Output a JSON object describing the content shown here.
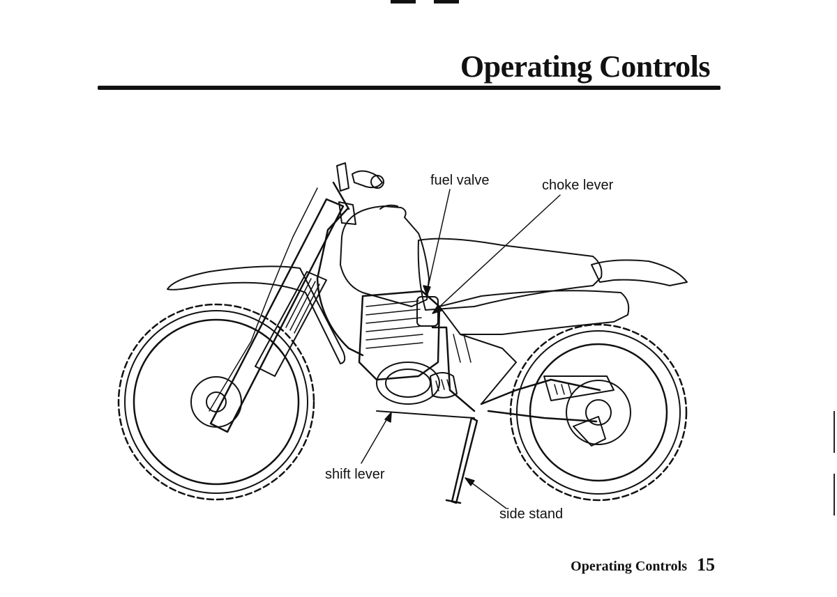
{
  "header": {
    "title": "Operating Controls"
  },
  "callouts": {
    "fuel_valve": "fuel valve",
    "choke_lever": "choke lever",
    "shift_lever": "shift lever",
    "side_stand": "side stand"
  },
  "footer": {
    "section": "Operating Controls",
    "page_number": "15"
  },
  "colors": {
    "ink": "#111111",
    "paper": "#ffffff"
  }
}
